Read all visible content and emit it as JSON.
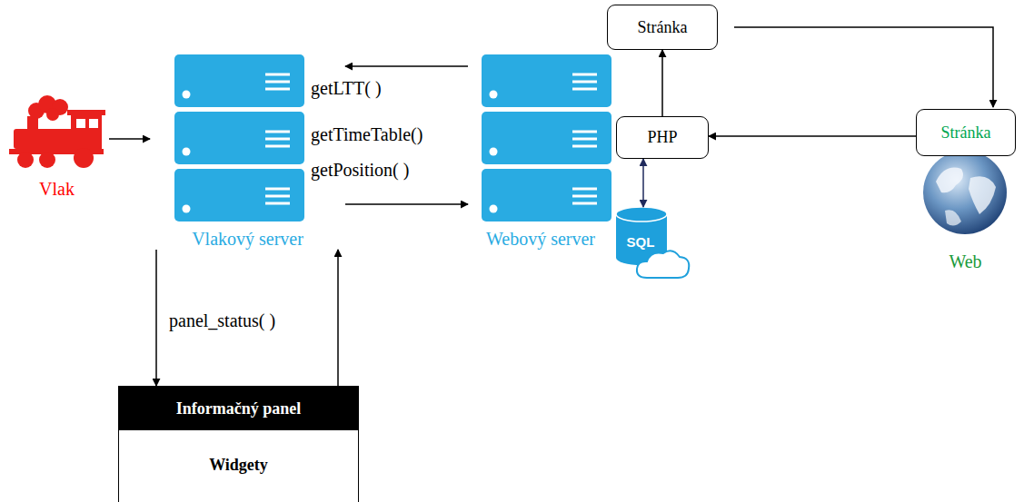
{
  "diagram": {
    "nodes": [
      {
        "text": [
          "Vlak"
        ]
      },
      {
        "text": [
          "Vlakový server"
        ]
      },
      {
        "text": [
          "Webový server"
        ]
      },
      {
        "text": [
          "Stránka"
        ]
      },
      {
        "text": [
          "PHP"
        ]
      },
      {
        "text": [
          "SQL"
        ]
      },
      {
        "text": [
          "Stránka"
        ]
      },
      {
        "text": [
          "Web"
        ]
      },
      {
        "text": [
          "Informačný panel",
          "Widgety"
        ]
      }
    ],
    "edges": [
      {
        "from": 0,
        "to": 1,
        "arrow": "to"
      },
      {
        "from": 2,
        "to": 1,
        "arrow": "to"
      },
      {
        "from": 1,
        "to": 2,
        "arrow": "to"
      },
      {
        "from": 1,
        "to": 8,
        "arrow": "to"
      },
      {
        "from": 8,
        "to": 1,
        "arrow": "to"
      },
      {
        "from": 4,
        "to": 3,
        "arrow": "to"
      },
      {
        "from": 3,
        "to": 6,
        "arrow": "to"
      },
      {
        "from": 6,
        "to": 4,
        "arrow": "to"
      },
      {
        "from": 4,
        "to": 5,
        "arrow": "both"
      }
    ],
    "labels": [
      "getLTT( )",
      "getTimeTable()",
      "getPosition( )",
      "panel_status( )"
    ]
  }
}
